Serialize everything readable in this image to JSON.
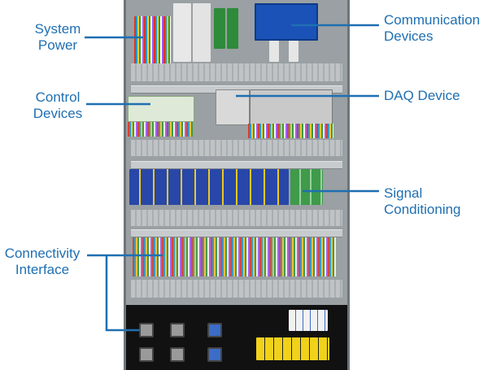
{
  "labels": {
    "system_power": "System\nPower",
    "control_devices": "Control\nDevices",
    "connectivity_interface": "Connectivity\nInterface",
    "communication_devices": "Communication\nDevices",
    "daq_device": "DAQ Device",
    "signal_conditioning": "Signal\nConditioning"
  },
  "colors": {
    "label_text": "#1f6fb2",
    "leader_line": "#1f6fb2"
  }
}
